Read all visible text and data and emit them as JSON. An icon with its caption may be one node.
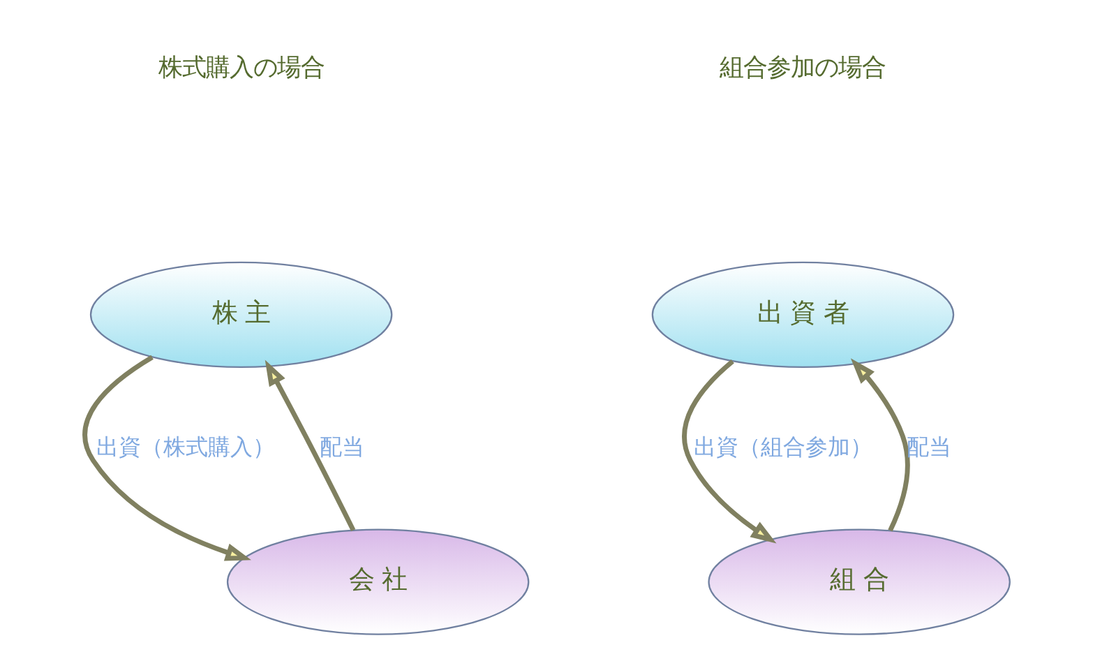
{
  "diagram": {
    "nodes": [
      {
        "text": [
          "株 主"
        ]
      },
      {
        "text": [
          "会 社"
        ]
      },
      {
        "text": [
          "出 資 者"
        ]
      },
      {
        "text": [
          "組 合"
        ]
      }
    ],
    "edges": [
      {
        "from": 0,
        "to": 1,
        "arrow": "to",
        "label": "出資（株式購入）"
      },
      {
        "from": 1,
        "to": 0,
        "arrow": "to",
        "label": "配当"
      },
      {
        "from": 2,
        "to": 3,
        "arrow": "to",
        "label": "出資（組合参加）"
      },
      {
        "from": 3,
        "to": 2,
        "arrow": "to",
        "label": "配当"
      }
    ],
    "labels": [
      "株式購入の場合",
      "組合参加の場合"
    ]
  }
}
